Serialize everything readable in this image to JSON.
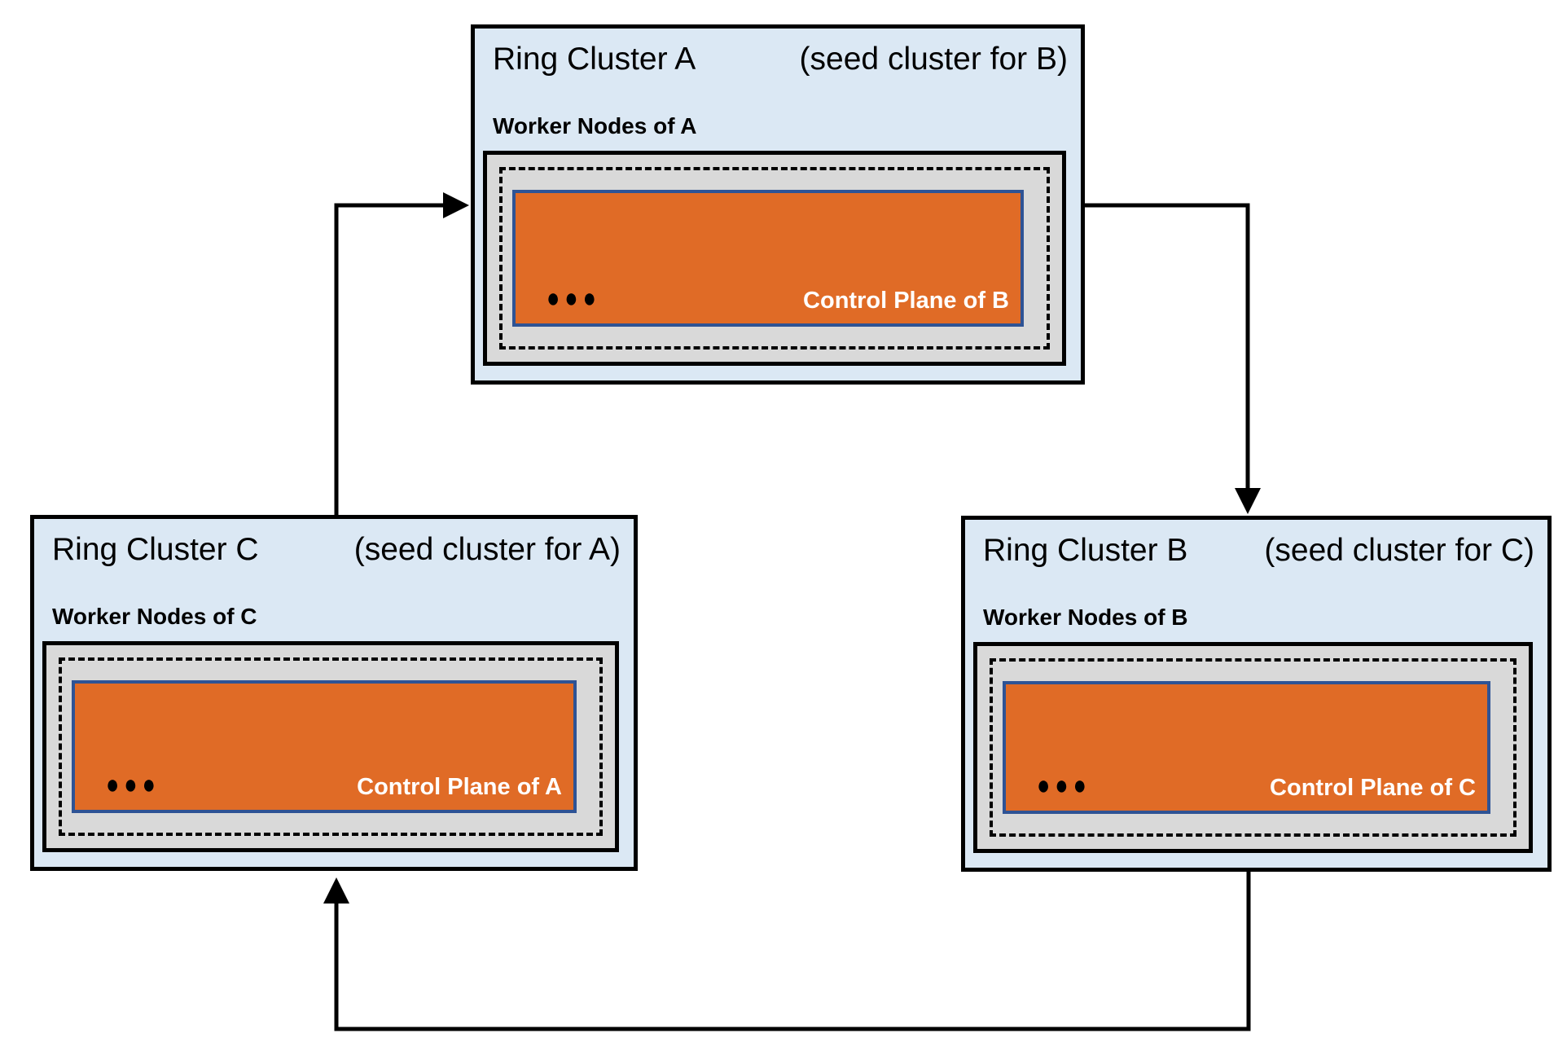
{
  "diagram": {
    "clusters": [
      {
        "name": "Ring Cluster A",
        "role": "(seed cluster for B)",
        "workers_label": "Worker Nodes of A",
        "control_plane_label": "Control Plane of B",
        "dots": "●●●"
      },
      {
        "name": "Ring Cluster B",
        "role": "(seed cluster for C)",
        "workers_label": "Worker Nodes of B",
        "control_plane_label": "Control Plane of C",
        "dots": "●●●"
      },
      {
        "name": "Ring Cluster C",
        "role": "(seed cluster for A)",
        "workers_label": "Worker Nodes of C",
        "control_plane_label": "Control Plane of A",
        "dots": "●●●"
      }
    ],
    "arrows": [
      {
        "from": "Ring Cluster C",
        "to": "Ring Cluster A"
      },
      {
        "from": "Ring Cluster A",
        "to": "Ring Cluster B"
      },
      {
        "from": "Ring Cluster B",
        "to": "Ring Cluster C"
      }
    ],
    "colors": {
      "cluster_bg": "#dbe8f4",
      "worker_bg": "#d9d9d9",
      "control_bg": "#e06b26",
      "control_border": "#2e5395",
      "line": "#000000",
      "control_text": "#ffffff",
      "text": "#000000"
    }
  }
}
